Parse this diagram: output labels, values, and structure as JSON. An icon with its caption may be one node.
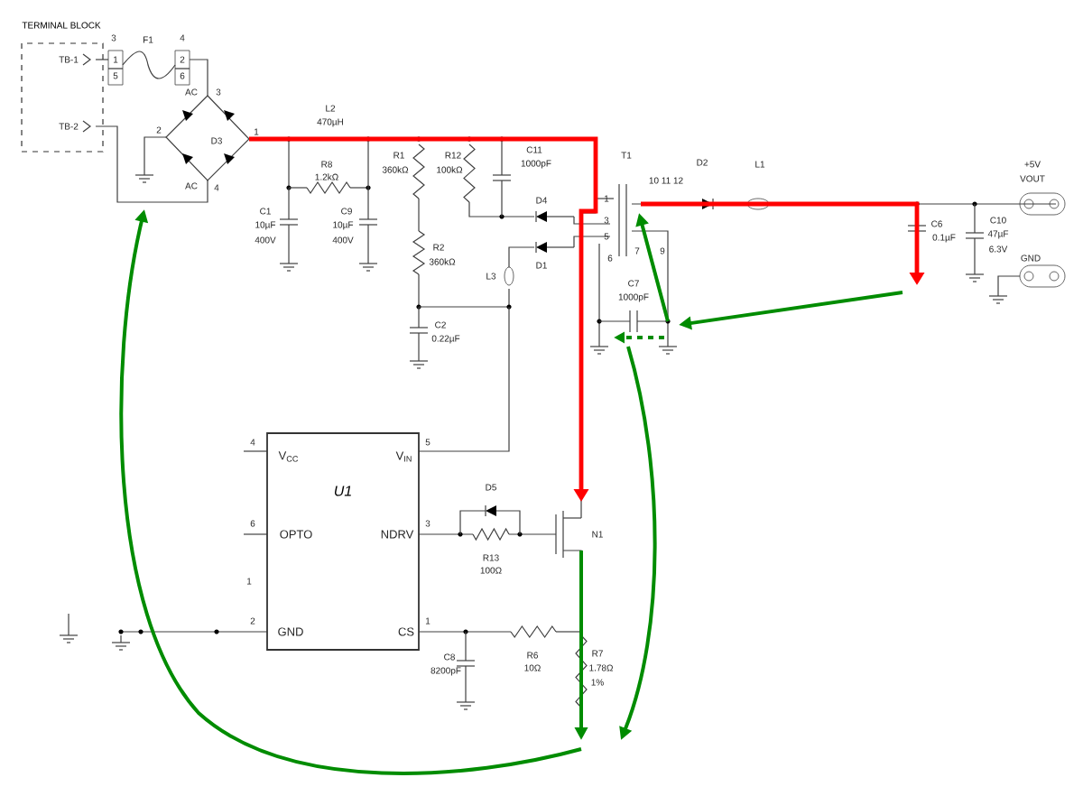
{
  "diagram": {
    "nodes": [
      {
        "text": [
          "TERMINAL BLOCK"
        ]
      },
      {
        "text": [
          "U1"
        ]
      }
    ],
    "labels": [
      "TB-1",
      "TB-2",
      "3",
      "1",
      "5",
      "F1",
      "4",
      "2",
      "6",
      "AC",
      "3",
      "2",
      "D3",
      "1",
      "AC",
      "4",
      "L2",
      "470µH",
      "R8",
      "1.2kΩ",
      "C1",
      "10µF",
      "400V",
      "C9",
      "10µF",
      "400V",
      "R1",
      "360kΩ",
      "R12",
      "100kΩ",
      "C11",
      "1000pF",
      "D4",
      "R2",
      "360kΩ",
      "D1",
      "L3",
      "C2",
      "0.22µF",
      "T1",
      "10 11 12",
      "1",
      "3",
      "5",
      "6",
      "7",
      "9",
      "D2",
      "L1",
      "C6",
      "0.1µF",
      "C10",
      "47µF",
      "6.3V",
      "+5V",
      "VOUT",
      "GND",
      "C7",
      "1000pF",
      "4",
      "V$_{CC}$",
      "6",
      "OPTO",
      "1",
      "2",
      "GND",
      "5",
      "V$_{IN}$",
      "3",
      "NDRV",
      "1",
      "CS",
      "D5",
      "R13",
      "100Ω",
      "N1",
      "R6",
      "10Ω",
      "C8",
      "8200pF",
      "R7",
      "1.78Ω",
      "1%"
    ]
  }
}
